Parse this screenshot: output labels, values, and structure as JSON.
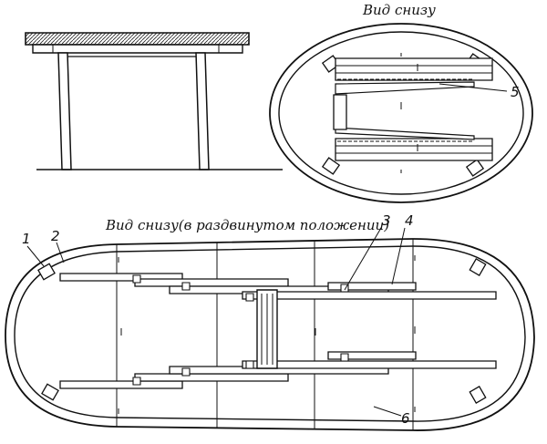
{
  "captions": {
    "bottom_view": "Вид снизу",
    "bottom_view_extended": "Вид снизу(в раздвинутом положении)"
  },
  "callouts": {
    "n1": "1",
    "n2": "2",
    "n3": "3",
    "n4": "4",
    "n5": "5",
    "n6": "6"
  }
}
